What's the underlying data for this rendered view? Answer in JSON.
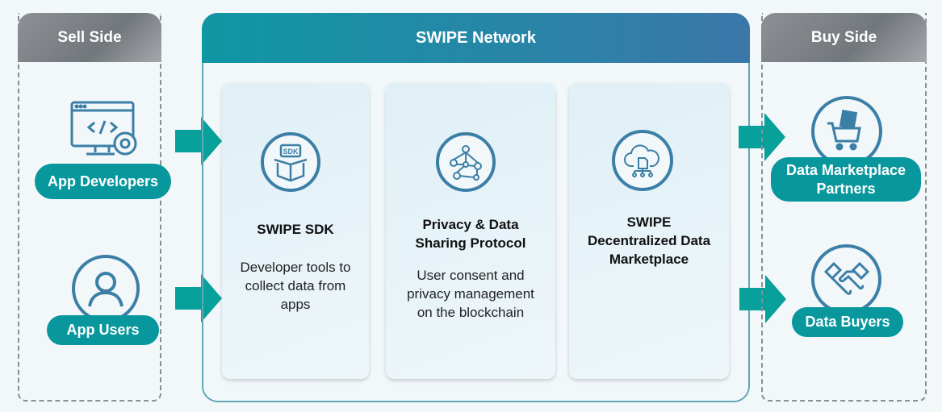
{
  "sell_side": {
    "title": "Sell Side",
    "actors": [
      {
        "label": "App Developers",
        "icon": "developer-monitor-gear-icon"
      },
      {
        "label": "App Users",
        "icon": "user-icon"
      }
    ]
  },
  "network": {
    "title": "SWIPE Network",
    "cards": [
      {
        "title": "SWIPE SDK",
        "description": "Developer tools to collect data from apps",
        "icon": "sdk-box-icon",
        "icon_text": "SDK"
      },
      {
        "title": "Privacy & Data Sharing Protocol",
        "description": "User consent and privacy management on the blockchain",
        "icon": "network-nodes-icon"
      },
      {
        "title": "SWIPE Decentralized Data Marketplace",
        "description": "",
        "icon": "cloud-data-icon"
      }
    ]
  },
  "buy_side": {
    "title": "Buy Side",
    "actors": [
      {
        "label": "Data Marketplace Partners",
        "icon": "shopping-cart-icon"
      },
      {
        "label": "Data Buyers",
        "icon": "handshake-icon"
      }
    ]
  },
  "colors": {
    "teal": "#07979c",
    "blue": "#3c7fa6",
    "gray": "#7e8388"
  }
}
